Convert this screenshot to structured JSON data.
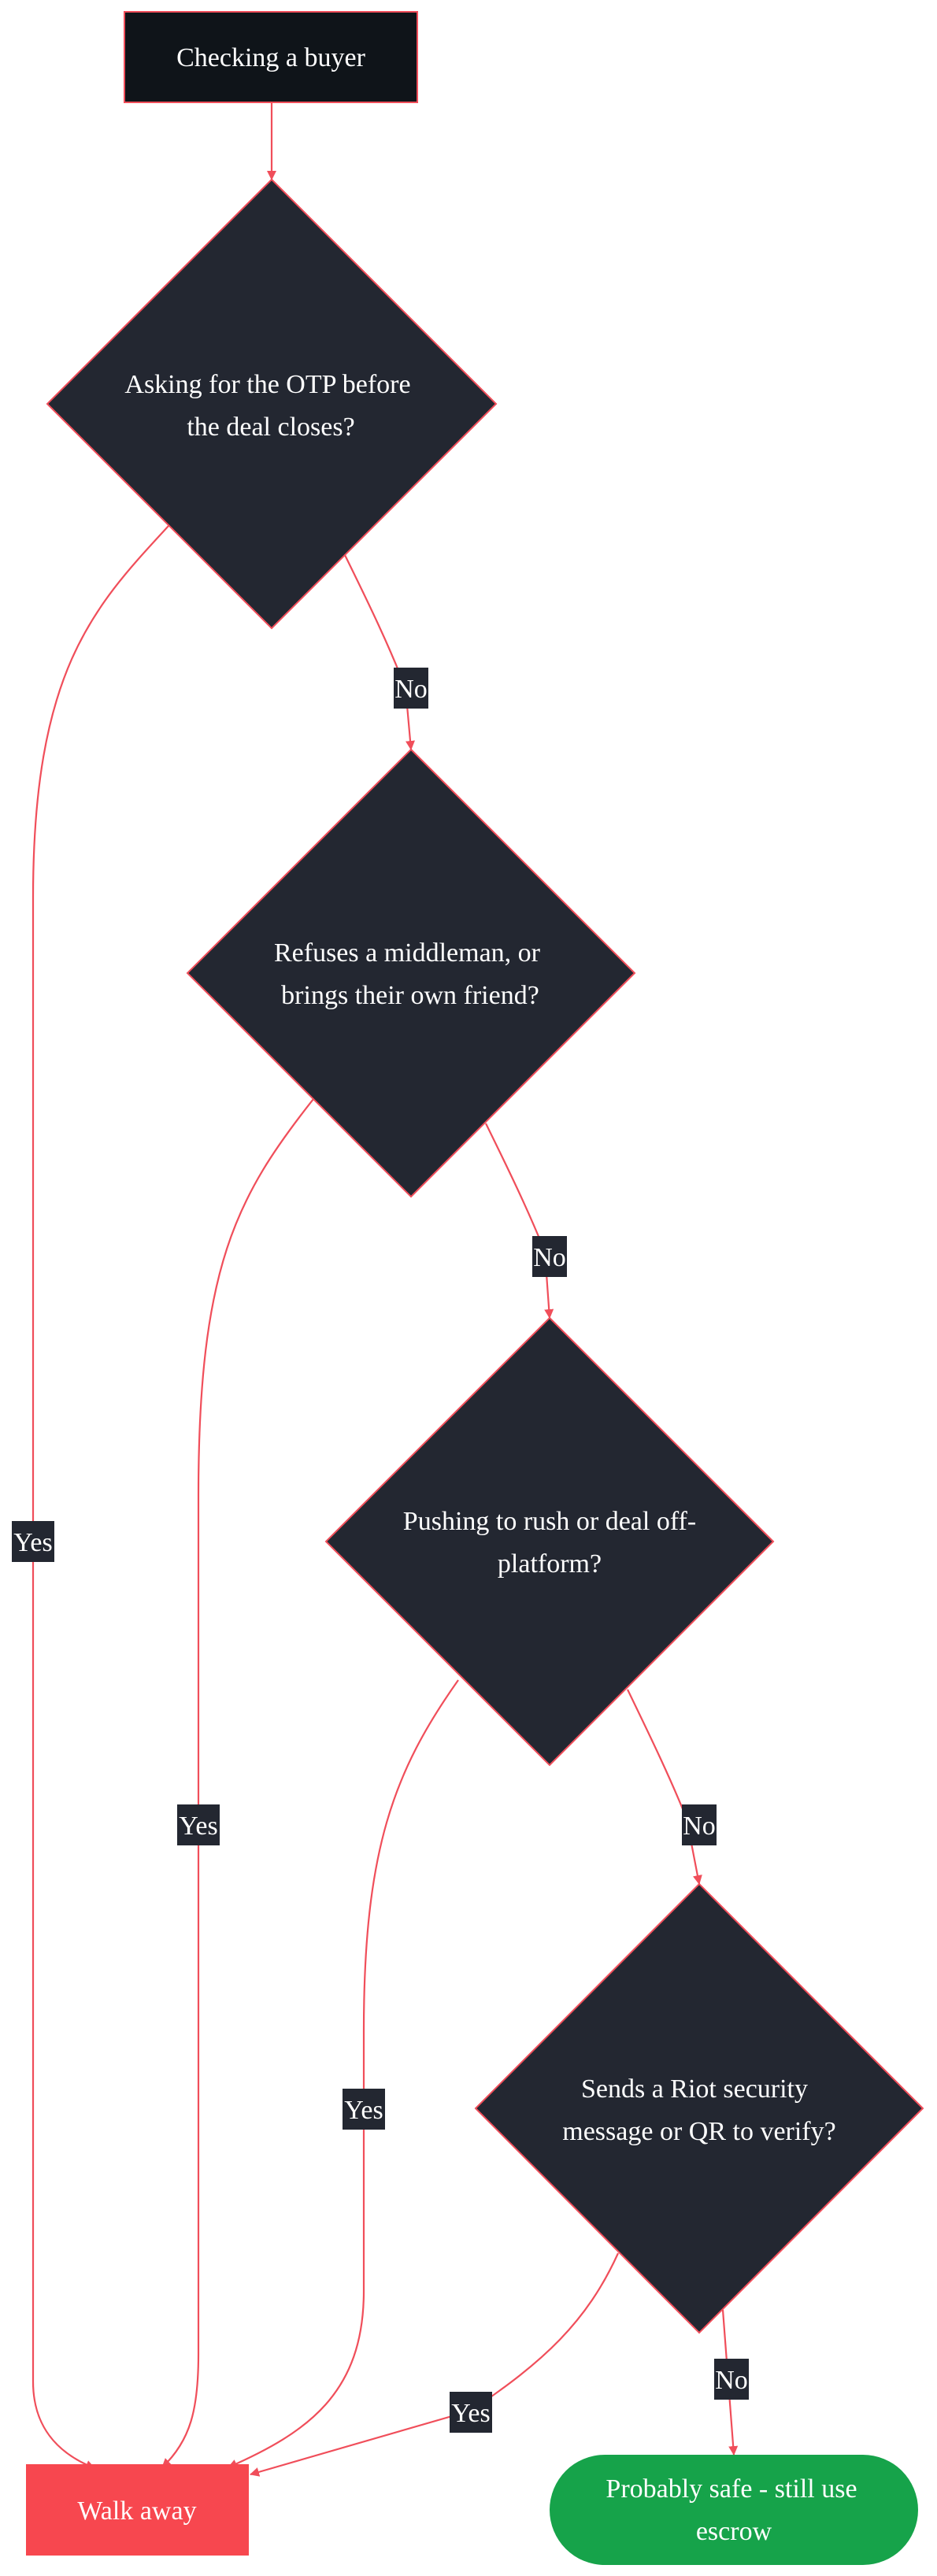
{
  "colors": {
    "start_fill": "#0f1419",
    "decision_fill": "#232731",
    "node_stroke": "#f04e5a",
    "edge": "#f04e5a",
    "label_bg": "#232731",
    "danger_fill": "#f7474f",
    "safe_fill": "#16a34a",
    "text": "#ffffff"
  },
  "nodes": {
    "start": {
      "label": "Checking a buyer"
    },
    "q1": {
      "line1": "Asking for the OTP before",
      "line2": "the deal closes?"
    },
    "q2": {
      "line1": "Refuses a middleman, or",
      "line2": "brings their own friend?"
    },
    "q3": {
      "line1": "Pushing to rush or deal off-",
      "line2": "platform?"
    },
    "q4": {
      "line1": "Sends a Riot security",
      "line2": "message or QR to verify?"
    },
    "walk_away": {
      "label": "Walk away"
    },
    "safe": {
      "line1": "Probably safe - still use",
      "line2": "escrow"
    }
  },
  "edges": {
    "q1_yes": "Yes",
    "q1_no": "No",
    "q2_yes": "Yes",
    "q2_no": "No",
    "q3_yes": "Yes",
    "q3_no": "No",
    "q4_yes": "Yes",
    "q4_no": "No"
  }
}
